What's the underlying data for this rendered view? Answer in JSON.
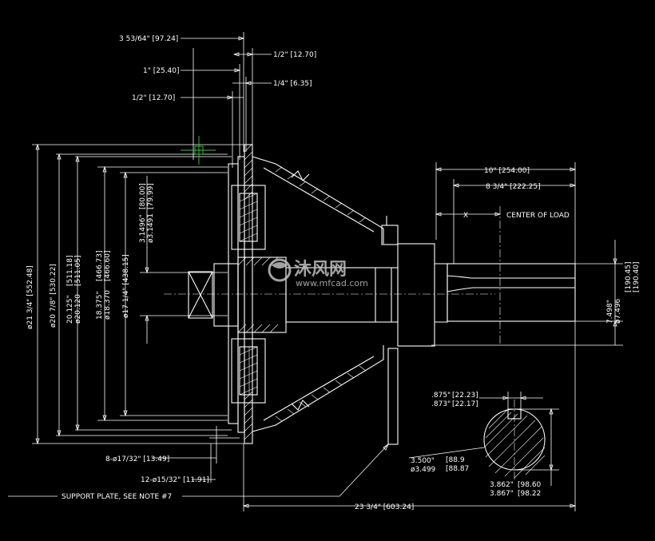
{
  "colors": {
    "background": "#000000",
    "lines": "#ffffff",
    "mark": "#2ecc40",
    "watermark": "#bfbfbf"
  },
  "top_dims": {
    "overall": "3 53/64\" [97.24]",
    "half_right": "1/2\" [12.70]",
    "one": "1\" [25.40]",
    "quarter": "1/4\" [6.35]",
    "half_left": "1/2\" [12.70]"
  },
  "left_dims": {
    "d21": "ø21 3/4\" [552.48]",
    "d20_7_8": "ø20 7/8\" [530.22]",
    "d20_125": "20.125\"",
    "d20_120": "ø20.120",
    "d20_mm": "[511.18]",
    "d20_mm2": "[511.05]",
    "d18_375": "18.375\"",
    "d18_370": "ø18.370",
    "d18_mm": "[466.73]",
    "d18_mm2": "[466.60]",
    "d17": "ø17 1/4\" [438.15]",
    "d3_1496": "3.1496\"",
    "d3_1491": "ø3.1491",
    "d3_mm": "[80.00]",
    "d3_mm2": "[79.99]"
  },
  "right_dims": {
    "ten": "10\" [254.00]",
    "eight": "8 3/4\" [222.25]",
    "x_label": "X",
    "center_of_load": "CENTER OF LOAD",
    "shaft_d1": "7.498\"",
    "shaft_d2": "ø7.496",
    "shaft_mm1": "[190.45]",
    "shaft_mm2": "[190.40]"
  },
  "keyway": {
    "w1": ".875\"",
    "w2": ".873\"",
    "w_mm1": "[22.23]",
    "w_mm2": "[22.17]",
    "d1": "3.500\"",
    "d2": "ø3.499",
    "d_mm1": "[88.9",
    "d_mm2": "[88.87",
    "h1": "3.862\"",
    "h2": "3.867\"",
    "h_mm1": "[98.60",
    "h_mm2": "[98.22"
  },
  "bottom_dims": {
    "holes1": "8-ø17/32\" [13.49]",
    "holes2": "12-ø15/32\" [11.91]",
    "support_note": "SUPPORT PLATE, SEE NOTE #7",
    "overall_len": "23 3/4\" [603.24]"
  },
  "watermark": {
    "brand": "沐风网",
    "url": "www.mfcad.com"
  }
}
